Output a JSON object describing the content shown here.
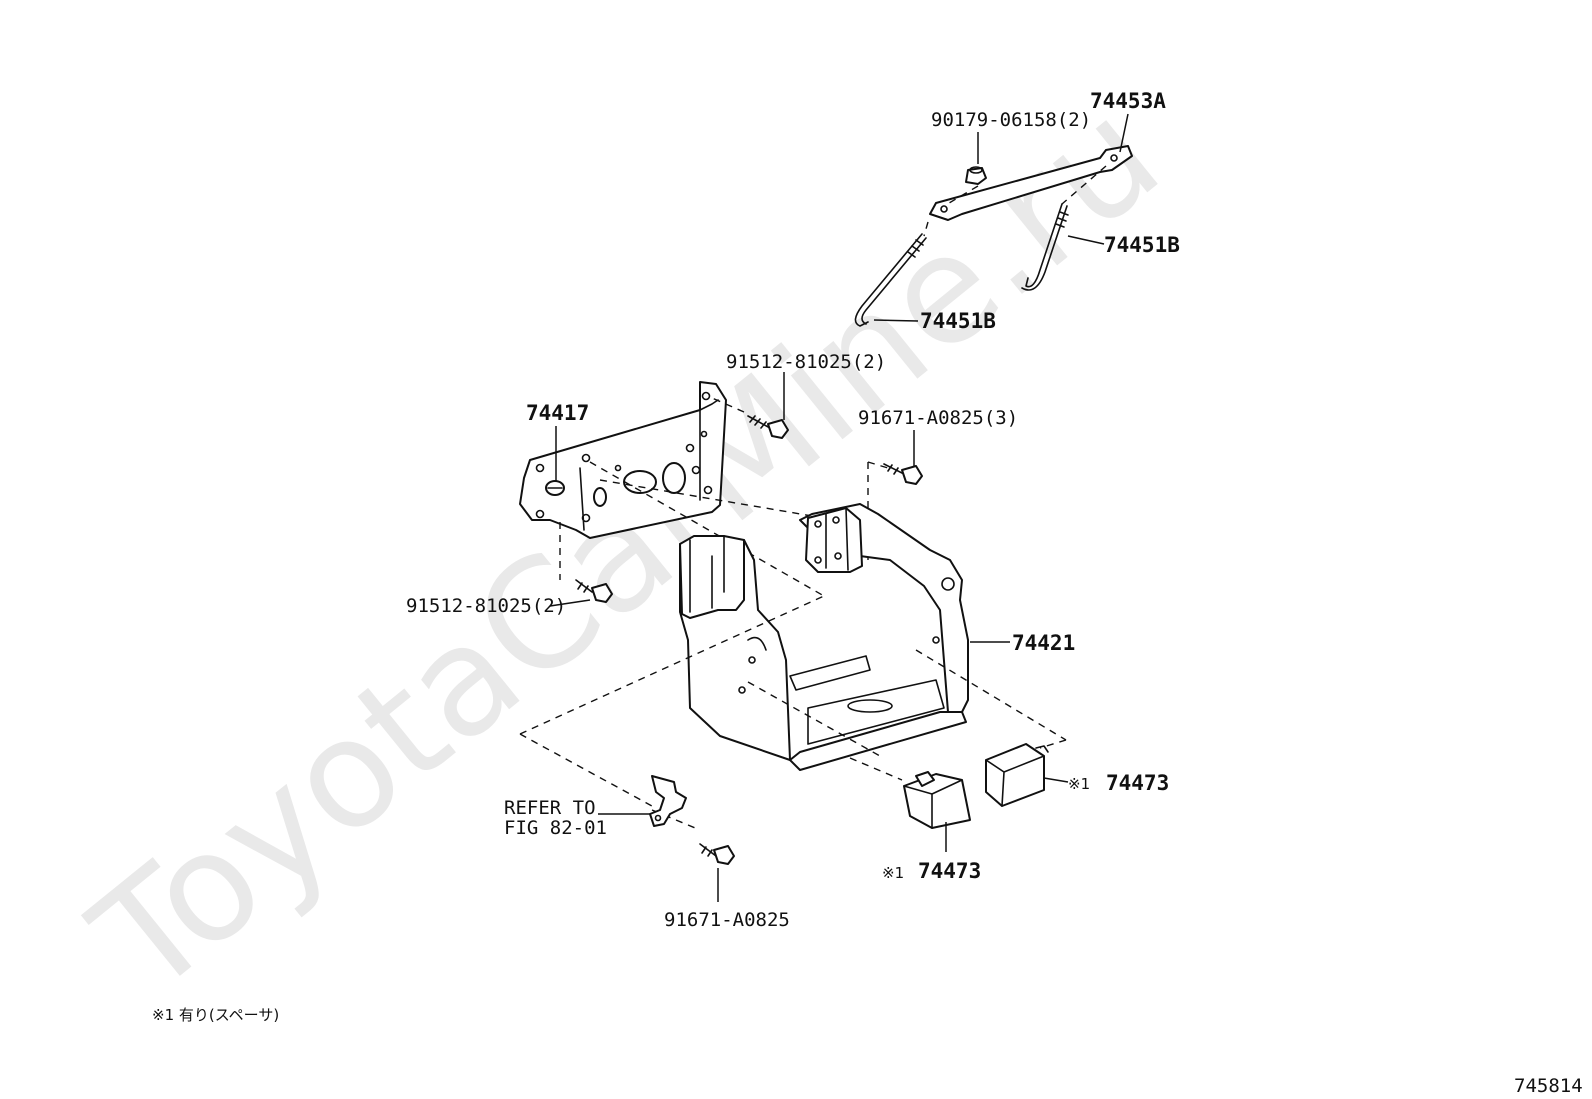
{
  "watermark": "ToyotaCarMine.ru",
  "labels": {
    "strap": "74453A",
    "nut": "90179-06158(2)",
    "rod_right": "74451B",
    "rod_left": "74451B",
    "bolt_top": "91512-81025(2)",
    "bracket": "74417",
    "bolt_right": "91671-A0825(3)",
    "bolt_left": "91512-81025(2)",
    "tray": "74421",
    "spacer_right": "74473",
    "spacer_front": "74473",
    "refer_line1": "REFER TO",
    "refer_line2": "FIG 82-01",
    "bolt_bottom": "91671-A0825"
  },
  "mark": "※1",
  "footnote": "※1 有り(スペーサ)",
  "figure_id": "745814"
}
